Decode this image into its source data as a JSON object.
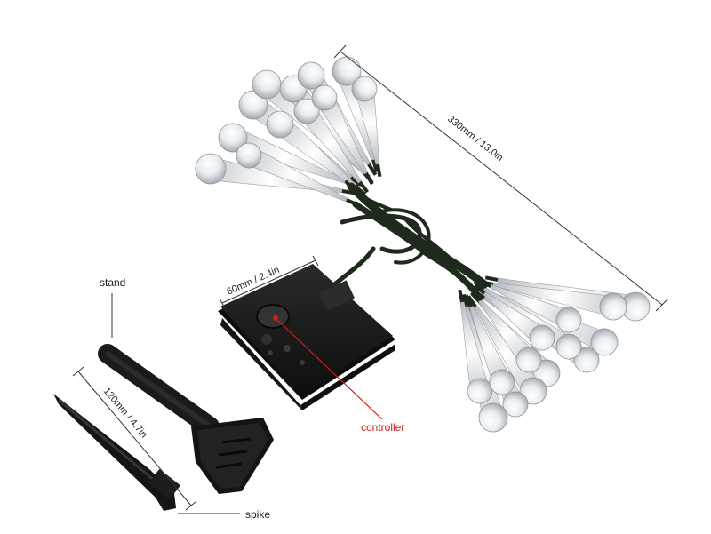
{
  "labels": {
    "length": "330mm / 13.0in",
    "controller_size": "60mm / 2.4in",
    "stand": "stand",
    "spike_length": "120mm / 4.7in",
    "controller": "controller",
    "spike": "spike"
  },
  "colors": {
    "accent_red": "#d11a1a",
    "wire_green": "#1e2b1c",
    "controller_black": "#1b1b1b"
  }
}
